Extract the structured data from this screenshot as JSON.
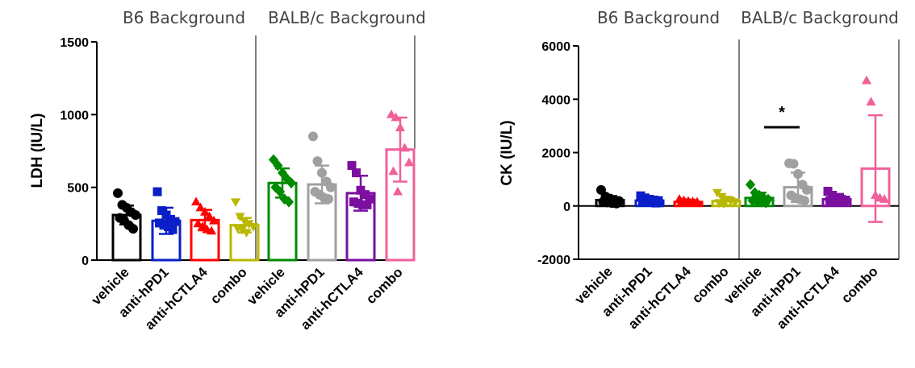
{
  "chart_data": [
    {
      "type": "bar",
      "panel": "LDH",
      "ylabel": "LDH (IU/L)",
      "ylim": [
        0,
        1500
      ],
      "yticks": [
        0,
        500,
        1000,
        1500
      ],
      "error_bars": "SD",
      "background_labels": [
        "B6 Background",
        "BALB/c Background"
      ],
      "categories": [
        "vehicle",
        "anti-hPD1",
        "anti-hCTLA4",
        "combo",
        "vehicle",
        "anti-hPD1",
        "anti-hCTLA4",
        "combo"
      ],
      "groups": [
        {
          "background": "B6 Background",
          "category": "vehicle",
          "mean": 310,
          "sd": 65,
          "color": "#000000",
          "marker": "circle",
          "points": [
            460,
            380,
            360,
            330,
            310,
            290,
            270,
            240,
            215
          ]
        },
        {
          "background": "B6 Background",
          "category": "anti-hPD1",
          "mean": 270,
          "sd": 90,
          "color": "#0a1fc8",
          "marker": "square",
          "points": [
            470,
            340,
            310,
            280,
            265,
            255,
            240,
            230,
            210
          ]
        },
        {
          "background": "B6 Background",
          "category": "anti-hCTLA4",
          "mean": 275,
          "sd": 70,
          "color": "#ff0000",
          "marker": "triangle-up",
          "points": [
            400,
            360,
            330,
            300,
            270,
            250,
            230,
            210,
            200
          ]
        },
        {
          "background": "B6 Background",
          "category": "combo",
          "mean": 240,
          "sd": 50,
          "color": "#b8b800",
          "marker": "triangle-down",
          "points": [
            400,
            300,
            270,
            250,
            230,
            220,
            210,
            190
          ]
        },
        {
          "background": "BALB/c Background",
          "category": "vehicle",
          "mean": 530,
          "sd": 100,
          "color": "#008a00",
          "marker": "diamond",
          "points": [
            690,
            650,
            600,
            560,
            530,
            500,
            470,
            420,
            400
          ]
        },
        {
          "background": "BALB/c Background",
          "category": "anti-hPD1",
          "mean": 520,
          "sd": 130,
          "color": "#a0a0a0",
          "marker": "circle",
          "points": [
            850,
            680,
            600,
            540,
            500,
            470,
            450,
            430,
            420
          ]
        },
        {
          "background": "BALB/c Background",
          "category": "anti-hCTLA4",
          "mean": 460,
          "sd": 120,
          "color": "#7a0fa0",
          "marker": "square",
          "points": [
            650,
            600,
            480,
            450,
            420,
            400,
            390,
            380,
            380
          ]
        },
        {
          "background": "BALB/c Background",
          "category": "combo",
          "mean": 760,
          "sd": 220,
          "color": "#f0609a",
          "marker": "triangle-up",
          "points": [
            1000,
            980,
            910,
            770,
            670,
            610,
            470
          ]
        }
      ]
    },
    {
      "type": "bar",
      "panel": "CK",
      "ylabel": "CK (IU/L)",
      "ylim": [
        -2000,
        6000
      ],
      "yticks": [
        -2000,
        0,
        2000,
        4000,
        6000
      ],
      "error_bars": "SD",
      "background_labels": [
        "B6 Background",
        "BALB/c Background"
      ],
      "categories": [
        "vehicle",
        "anti-hPD1",
        "anti-hCTLA4",
        "combo",
        "vehicle",
        "anti-hPD1",
        "anti-hCTLA4",
        "combo"
      ],
      "annotations": [
        {
          "text": "*",
          "between": [
            "BALB/c vehicle",
            "BALB/c anti-hPD1"
          ]
        }
      ],
      "groups": [
        {
          "background": "B6 Background",
          "category": "vehicle",
          "mean": 220,
          "sd": 150,
          "color": "#000000",
          "marker": "circle",
          "points": [
            600,
            350,
            280,
            220,
            190,
            160,
            130,
            110,
            90
          ]
        },
        {
          "background": "B6 Background",
          "category": "anti-hPD1",
          "mean": 200,
          "sd": 80,
          "color": "#0a1fc8",
          "marker": "square",
          "points": [
            380,
            300,
            250,
            220,
            200,
            170,
            150,
            130,
            110
          ]
        },
        {
          "background": "B6 Background",
          "category": "anti-hCTLA4",
          "mean": 150,
          "sd": 50,
          "color": "#ff0000",
          "marker": "triangle-up",
          "points": [
            250,
            200,
            180,
            160,
            150,
            140,
            120,
            110,
            100
          ]
        },
        {
          "background": "B6 Background",
          "category": "combo",
          "mean": 180,
          "sd": 150,
          "color": "#b8b800",
          "marker": "triangle-down",
          "points": [
            500,
            350,
            250,
            200,
            150,
            120,
            100
          ]
        },
        {
          "background": "BALB/c Background",
          "category": "vehicle",
          "mean": 300,
          "sd": 200,
          "color": "#008a00",
          "marker": "diamond",
          "points": [
            800,
            500,
            400,
            300,
            250,
            200,
            180,
            150,
            120
          ]
        },
        {
          "background": "BALB/c Background",
          "category": "anti-hPD1",
          "mean": 700,
          "sd": 550,
          "color": "#a0a0a0",
          "marker": "circle",
          "points": [
            1600,
            1580,
            1200,
            800,
            600,
            400,
            300,
            250,
            200
          ]
        },
        {
          "background": "BALB/c Background",
          "category": "anti-hCTLA4",
          "mean": 250,
          "sd": 200,
          "color": "#7a0fa0",
          "marker": "square",
          "points": [
            550,
            400,
            300,
            250,
            220,
            200,
            180,
            150,
            130
          ]
        },
        {
          "background": "BALB/c Background",
          "category": "combo",
          "mean": 1400,
          "sd": 2000,
          "color": "#f0609a",
          "marker": "triangle-up",
          "points": [
            4700,
            3900,
            400,
            300,
            250
          ]
        }
      ]
    }
  ]
}
